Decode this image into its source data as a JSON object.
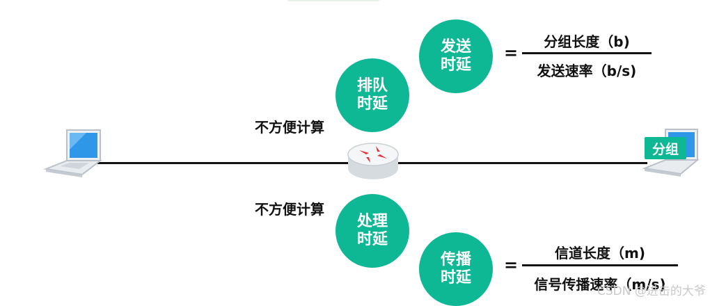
{
  "circles": {
    "queue": {
      "line1": "排队",
      "line2": "时延"
    },
    "transmit": {
      "line1": "发送",
      "line2": "时延"
    },
    "process": {
      "line1": "处理",
      "line2": "时延"
    },
    "propagate": {
      "line1": "传播",
      "line2": "时延"
    }
  },
  "notes": {
    "upper": "不方便计算",
    "lower": "不方便计算"
  },
  "formulas": {
    "transmit": {
      "equals": "=",
      "numerator": "分组长度（b)",
      "denominator": "发送速率（b/s)"
    },
    "propagate": {
      "equals": "=",
      "numerator": "信道长度（m)",
      "denominator": "信号传播速率（m/s)"
    }
  },
  "packet_label": "分组",
  "watermark": "CSDN @进击的大爷",
  "colors": {
    "accent": "#0fb894",
    "line": "#111111",
    "router_arrow": "#e5323a"
  },
  "icons": [
    "laptop-icon",
    "router-icon",
    "laptop-icon"
  ]
}
